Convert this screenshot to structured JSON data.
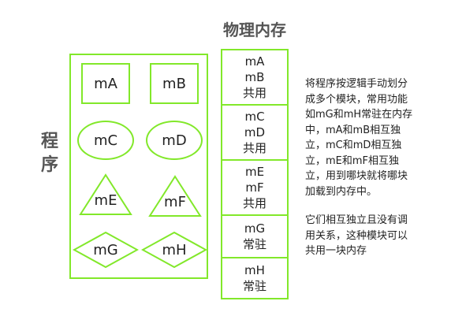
{
  "title": "物理内存",
  "program_label": "程序",
  "modules": {
    "mA": "mA",
    "mB": "mB",
    "mC": "mC",
    "mD": "mD",
    "mE": "mE",
    "mF": "mF",
    "mG": "mG",
    "mH": "mH"
  },
  "memory": [
    {
      "lines": [
        "mA",
        "mB",
        "共用"
      ]
    },
    {
      "lines": [
        "mC",
        "mD",
        "共用"
      ]
    },
    {
      "lines": [
        "mE",
        "mF",
        "共用"
      ]
    },
    {
      "lines": [
        "mG",
        "常驻"
      ]
    },
    {
      "lines": [
        "mH",
        "常驻"
      ]
    }
  ],
  "description": {
    "para1_lines": [
      "将程序按逻辑手动划分",
      "成多个模块，常用功能",
      "如mG和mH常驻在内存",
      "中，mA和mB相互独",
      "立，mC和mD相互独",
      "立，mE和mF相互独",
      "立，用到哪块就将哪块",
      "加载到内存中。"
    ],
    "para2_lines": [
      "它们相互独立且没有调",
      "用关系，这种模块可以",
      "共用一块内存"
    ]
  },
  "colors": {
    "accent": "#82e82a"
  }
}
